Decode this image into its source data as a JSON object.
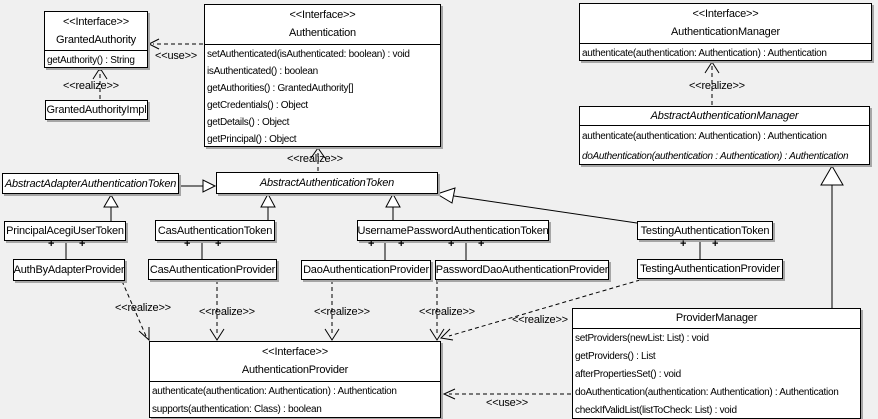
{
  "labels": {
    "use": "<<use>>",
    "realize": "<<realize>>",
    "plus": "+"
  },
  "classes": {
    "granted_authority": {
      "stereotype": "<<Interface>>",
      "name": "GrantedAuthority",
      "methods": [
        "getAuthority() : String"
      ]
    },
    "granted_authority_impl": {
      "name": "GrantedAuthorityImpl"
    },
    "authentication": {
      "stereotype": "<<Interface>>",
      "name": "Authentication",
      "methods": [
        "setAuthenticated(isAuthenticated: boolean) : void",
        "isAuthenticated() : boolean",
        "getAuthorities() : GrantedAuthority[]",
        "getCredentials() : Object",
        "getDetails() : Object",
        "getPrincipal() : Object"
      ]
    },
    "authentication_manager": {
      "stereotype": "<<Interface>>",
      "name": "AuthenticationManager",
      "methods": [
        "authenticate(authentication: Authentication) : Authentication"
      ]
    },
    "abstract_authentication_manager": {
      "name": "AbstractAuthenticationManager",
      "methods": [
        "authenticate(authentication: Authentication) : Authentication",
        "doAuthentication(authentication : Authentication) : Authentication"
      ]
    },
    "abstract_adapter_authentication_token": {
      "name": "AbstractAdapterAuthenticationToken"
    },
    "abstract_authentication_token": {
      "name": "AbstractAuthenticationToken"
    },
    "principal_acegi_user_token": {
      "name": "PrincipalAcegiUserToken"
    },
    "cas_authentication_token": {
      "name": "CasAuthenticationToken"
    },
    "username_password_authentication_token": {
      "name": "UsernamePasswordAuthenticationToken"
    },
    "testing_authentication_token": {
      "name": "TestingAuthenticationToken"
    },
    "auth_by_adapter_provider": {
      "name": "AuthByAdapterProvider"
    },
    "cas_authentication_provider": {
      "name": "CasAuthenticationProvider"
    },
    "dao_authentication_provider": {
      "name": "DaoAuthenticationProvider"
    },
    "password_dao_authentication_provider": {
      "name": "PasswordDaoAuthenticationProvider"
    },
    "testing_authentication_provider": {
      "name": "TestingAuthenticationProvider"
    },
    "authentication_provider": {
      "stereotype": "<<Interface>>",
      "name": "AuthenticationProvider",
      "methods": [
        "authenticate(authentication: Authentication) : Authentication",
        "supports(authentication: Class) : boolean"
      ]
    },
    "provider_manager": {
      "name": "ProviderManager",
      "methods": [
        "setProviders(newList: List) : void",
        "getProviders() : List",
        "afterPropertiesSet() : void",
        "doAuthentication(authentication: Authentication) : Authentication",
        "checkIfValidList(listToCheck: List) : void"
      ]
    }
  },
  "colors": {
    "background": "#f0f0f0",
    "box_fill": "#ffffff",
    "line": "#000000"
  }
}
